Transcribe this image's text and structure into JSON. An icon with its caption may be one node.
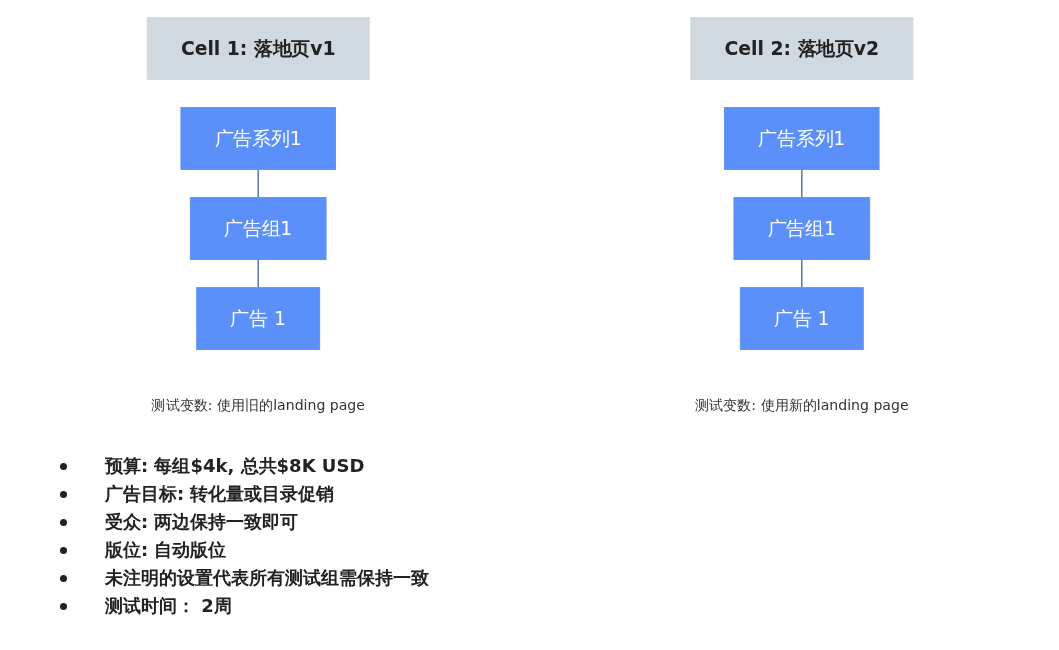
{
  "diagram": {
    "nodes": [
      {
        "text": [
          "Cell 1: 落地页v1"
        ]
      },
      {
        "text": [
          "广告系列1"
        ]
      },
      {
        "text": [
          "广告组1"
        ]
      },
      {
        "text": [
          "广告 1"
        ],
        "beside": [
          "测试变数: 使用旧的landing page"
        ]
      },
      {
        "text": [
          "Cell 2: 落地页v2"
        ]
      },
      {
        "text": [
          "广告系列1"
        ]
      },
      {
        "text": [
          "广告组1"
        ]
      },
      {
        "text": [
          "广告 1"
        ],
        "beside": [
          "测试变数: 使用新的landing page"
        ]
      }
    ],
    "edges": [
      {
        "from": 1,
        "to": 2,
        "arrow": "none"
      },
      {
        "from": 2,
        "to": 3,
        "arrow": "none"
      },
      {
        "from": 5,
        "to": 6,
        "arrow": "none"
      },
      {
        "from": 6,
        "to": 7,
        "arrow": "none"
      }
    ],
    "labels": [
      "预算: 每组$4k, 总共$8K USD",
      "广告目标: 转化量或目录促销",
      "受众: 两边保持一致即可",
      "版位: 自动版位",
      "未注明的设置代表所有测试组需保持一致",
      "测试时间： 2周"
    ]
  }
}
